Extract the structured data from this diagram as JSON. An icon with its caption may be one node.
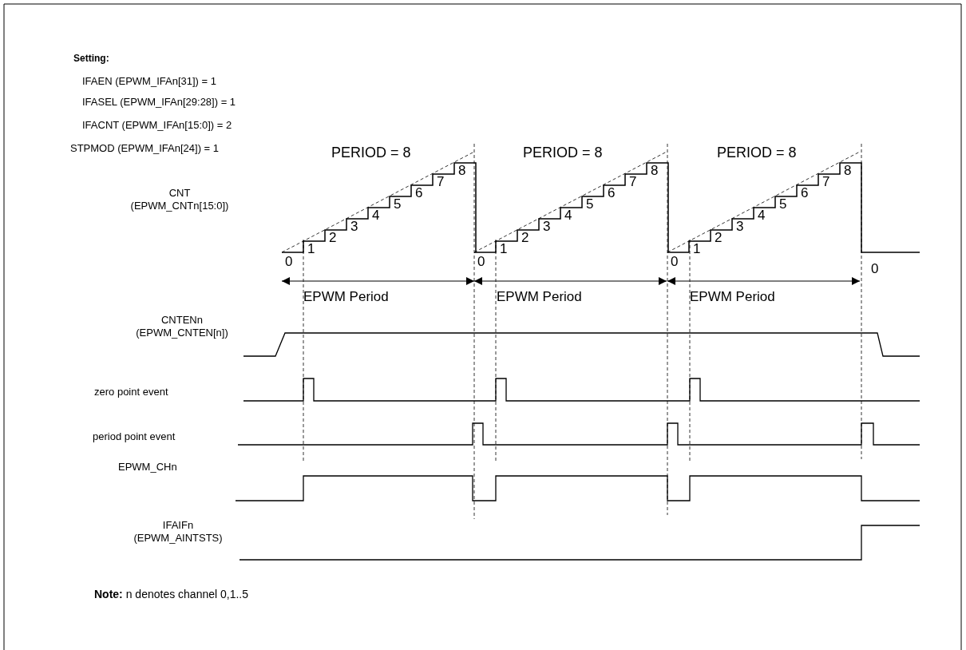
{
  "diagram": {
    "labels": [
      "Setting:",
      "IFAEN (EPWM_IFAn[31]) = 1",
      "IFASEL (EPWM_IFAn[29:28]) = 1",
      "IFACNT (EPWM_IFAn[15:0]) = 2",
      "STPMOD (EPWM_IFAn[24]) = 1",
      "PERIOD = 8",
      "PERIOD = 8",
      "PERIOD = 8",
      "CNT (EPWM_CNTn[15:0])",
      "0",
      "1",
      "2",
      "3",
      "4",
      "5",
      "6",
      "7",
      "8",
      "0",
      "1",
      "2",
      "3",
      "4",
      "5",
      "6",
      "7",
      "8",
      "0",
      "1",
      "2",
      "3",
      "4",
      "5",
      "6",
      "7",
      "8",
      "0",
      "EPWM Period",
      "EPWM Period",
      "EPWM Period",
      "CNTENn (EPWM_CNTEN[n])",
      "zero point event",
      "period point event",
      "EPWM_CHn",
      "IFAIFn (EPWM_AINTSTS)",
      "**Note:** n denotes channel 0,1..5"
    ]
  }
}
